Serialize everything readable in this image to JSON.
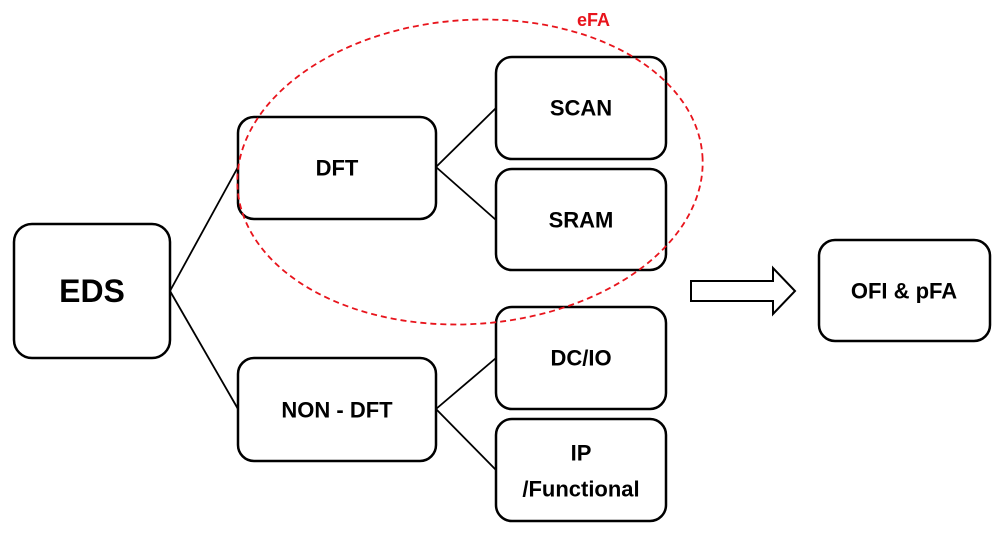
{
  "nodes": {
    "eds": "EDS",
    "dft": "DFT",
    "non_dft": "NON - DFT",
    "scan": "SCAN",
    "sram": "SRAM",
    "dcio": "DC/IO",
    "ip_line1": "IP",
    "ip_line2": "/Functional",
    "ofi": "OFI & pFA"
  },
  "group": {
    "label": "eFA",
    "color": "#e8141c"
  }
}
